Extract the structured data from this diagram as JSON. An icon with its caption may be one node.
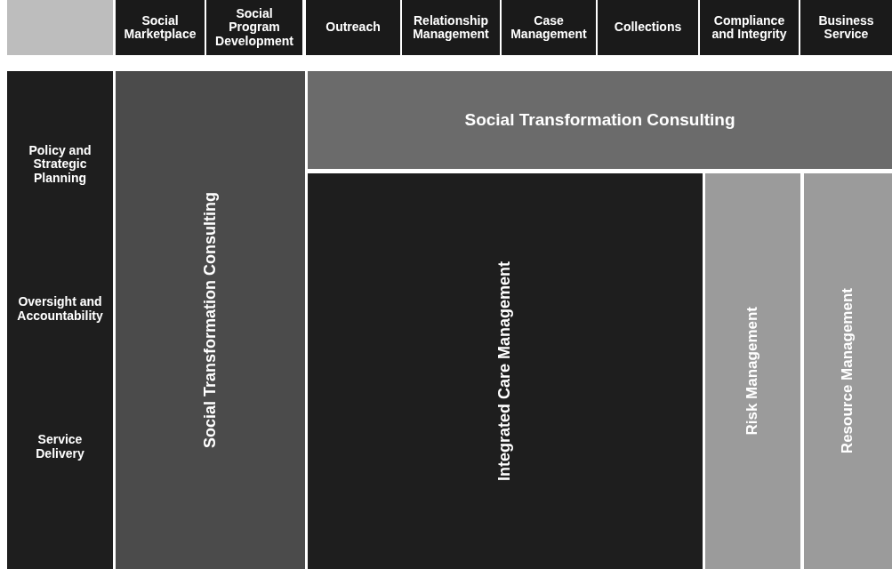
{
  "diagram": {
    "nodes": [
      {
        "text": [],
        "shape": "box"
      },
      {
        "text": [
          "Social Marketplace"
        ]
      },
      {
        "text": [
          "Social Program Development"
        ]
      },
      {
        "text": [
          "Outreach"
        ]
      },
      {
        "text": [
          "Relationship Management"
        ]
      },
      {
        "text": [
          "Case Management"
        ]
      },
      {
        "text": [
          "Collections"
        ]
      },
      {
        "text": [
          "Compliance and Integrity"
        ]
      },
      {
        "text": [
          "Business Service"
        ]
      },
      {
        "text": [
          "Policy and Strategic Planning",
          "Oversight and Accountability",
          "Service Delivery"
        ]
      },
      {
        "text": [
          "Social Transformation Consulting"
        ]
      },
      {
        "text": [
          "Social Transformation Consulting"
        ]
      },
      {
        "text": [
          "Integrated Care Management"
        ]
      },
      {
        "text": [
          "Risk Management"
        ]
      },
      {
        "text": [
          "Resource Management"
        ]
      }
    ],
    "edges": []
  }
}
